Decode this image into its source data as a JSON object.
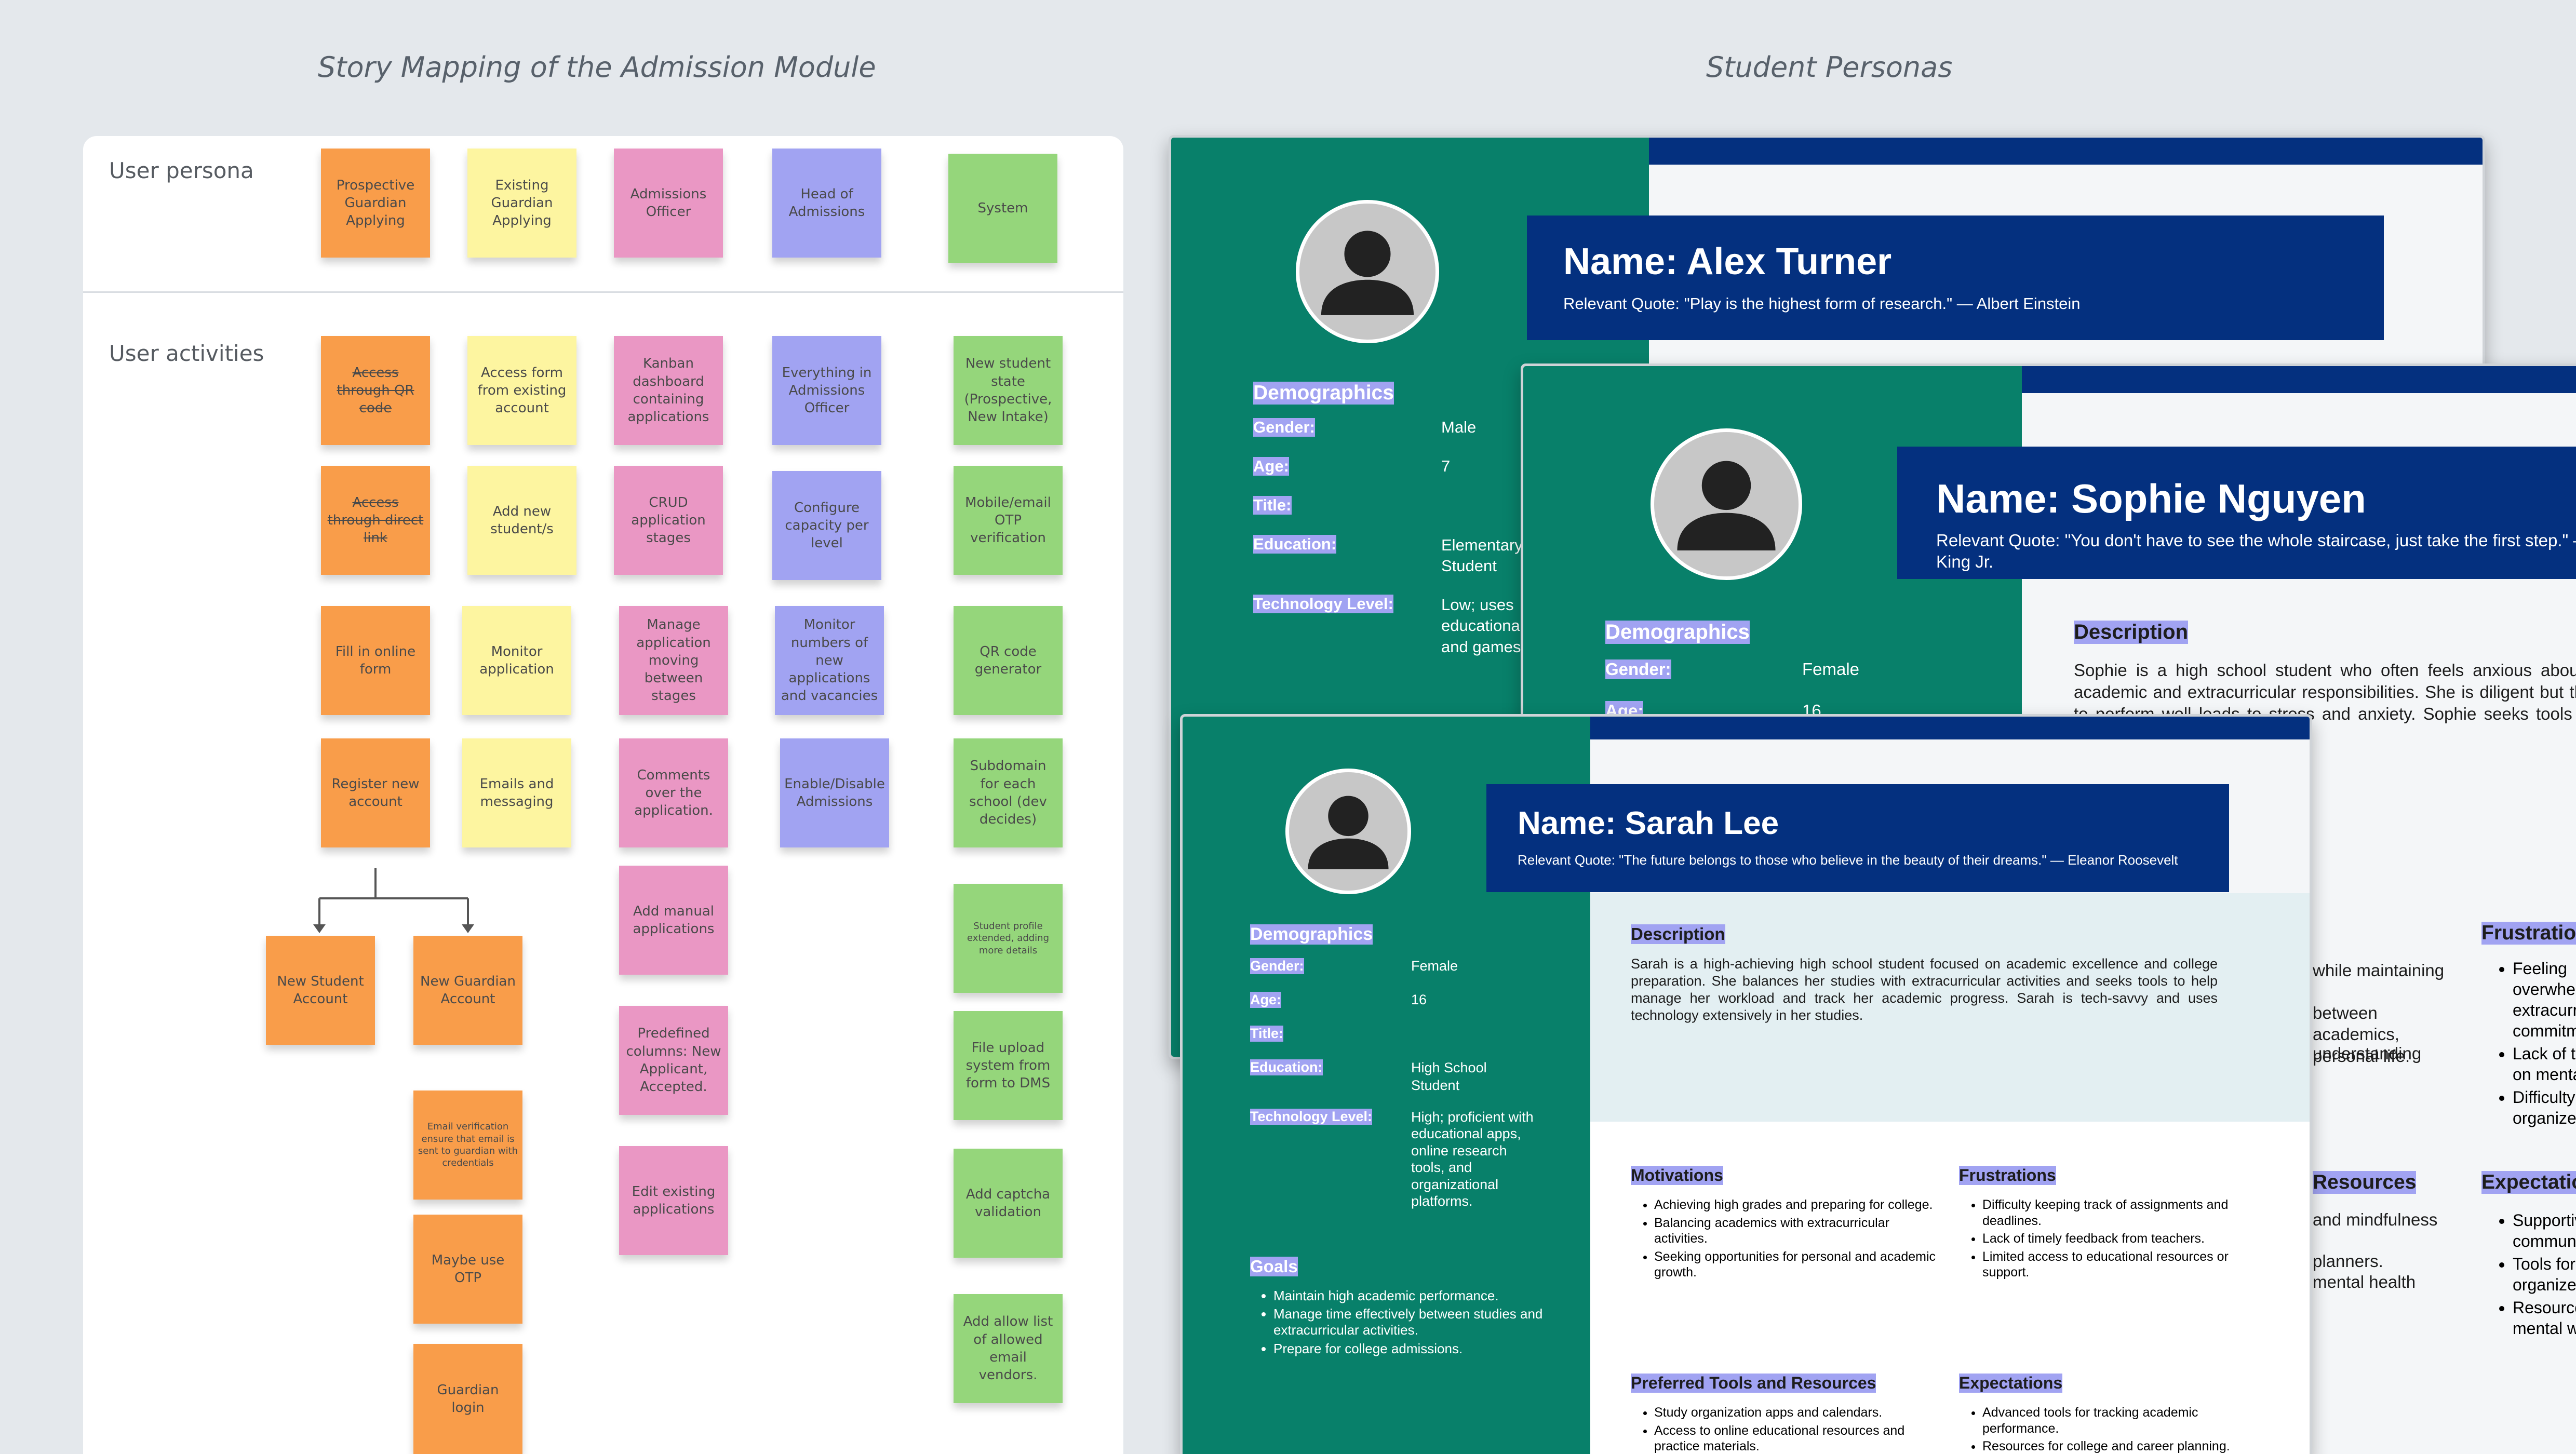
{
  "titles": {
    "left": "Story Mapping of the Admission Module",
    "right": "Student Personas"
  },
  "board": {
    "row_persona": "User persona",
    "row_activities": "User activities",
    "personas": [
      "Prospective Guardian Applying",
      "Existing Guardian Applying",
      "Admissions Officer",
      "Head of Admissions",
      "System"
    ],
    "col1": [
      "Access through QR code",
      "Access through direct link",
      "Fill in online form",
      "Register new account"
    ],
    "col1_children": [
      "New Student Account",
      "New Guardian Account"
    ],
    "col2": [
      "Access form from existing account",
      "Add new student/s",
      "Monitor application",
      "Emails and messaging"
    ],
    "col2_extra": [
      "Email verification ensure that email is sent to guardian with credentials",
      "Maybe use OTP",
      "Guardian login"
    ],
    "col3": [
      "Kanban dashboard containing applications",
      "CRUD application stages",
      "Manage application moving between stages",
      "Comments over the application.",
      "Add manual applications",
      "Predefined columns: New Applicant, Accepted.",
      "Edit existing applications"
    ],
    "col4": [
      "Everything in Admissions Officer",
      "Configure capacity per level",
      "Monitor numbers of new applications and vacancies",
      "Enable/Disable Admissions"
    ],
    "col5": [
      "New student state (Prospective, New Intake)",
      "Mobile/email OTP verification",
      "QR code generator",
      "Subdomain for each school (dev decides)",
      "Student profile extended, adding more details",
      "File upload system from form to DMS",
      "Add captcha validation",
      "Add allow list of allowed email vendors."
    ]
  },
  "card_alex": {
    "name": "Name: Alex Turner",
    "quote": "Relevant Quote: \"Play is the highest form of research.\" — Albert Einstein",
    "demographics": "Demographics",
    "gender_label": "Gender:",
    "gender": "Male",
    "age_label": "Age:",
    "age": "7",
    "title_label": "Title:",
    "education_label": "Education:",
    "education": "Elementary Student",
    "tech_label": "Technology Level:",
    "tech": "Low; uses educational and games"
  },
  "card_sophie": {
    "name": "Name: Sophie Nguyen",
    "quote": "Relevant Quote: \"You don't have to see the whole staircase, just take the first step.\" — Martin Luther King Jr.",
    "demographics": "Demographics",
    "gender_label": "Gender:",
    "gender": "Female",
    "age_label": "Age:",
    "age": "16",
    "description_title": "Description",
    "description": "Sophie is a high school student who often feels anxious about balancing academic and extracurricular responsibilities. She is diligent but the pressure to perform well leads to stress and anxiety. Sophie seeks tools to help her mental well-being.",
    "frustrations_title": "Frustrations",
    "frustrations": [
      "Feeling overwhelmed by extracurricular commitments.",
      "Lack of time to focus on mental health.",
      "Difficulty in staying organized."
    ],
    "motivations_partial": [
      "while maintaining",
      "between academics, personal life.",
      "understanding"
    ],
    "resources_title": "Resources",
    "resources_partial": [
      "and mindfulness",
      "planners.",
      "mental health"
    ],
    "expectations_title": "Expectations",
    "expectations": [
      "Supportive community.",
      "Tools for staying organized.",
      "Resources for mental well-being."
    ]
  },
  "card_sarah": {
    "name": "Name: Sarah Lee",
    "quote": "Relevant Quote: \"The future belongs to those who believe in the beauty of their dreams.\" — Eleanor Roosevelt",
    "demographics": "Demographics",
    "gender_label": "Gender:",
    "gender": "Female",
    "age_label": "Age:",
    "age": "16",
    "title_label": "Title:",
    "education_label": "Education:",
    "education": "High School Student",
    "tech_label": "Technology Level:",
    "tech": "High; proficient with educational apps, online research tools, and organizational platforms.",
    "goals_title": "Goals",
    "goals": [
      "Maintain high academic performance.",
      "Manage time effectively between studies and extracurricular activities.",
      "Prepare for college admissions."
    ],
    "description_title": "Description",
    "description": "Sarah is a high-achieving high school student focused on academic excellence and college preparation. She balances her studies with extracurricular activities and seeks tools to help manage her workload and track her academic progress. Sarah is tech-savvy and uses technology extensively in her studies.",
    "motivations_title": "Motivations",
    "motivations": [
      "Achieving high grades and preparing for college.",
      "Balancing academics with extracurricular activities.",
      "Seeking opportunities for personal and academic growth."
    ],
    "frustrations_title": "Frustrations",
    "frustrations": [
      "Difficulty keeping track of assignments and deadlines.",
      "Lack of timely feedback from teachers.",
      "Limited access to educational resources or support."
    ],
    "tools_title": "Preferred Tools and Resources",
    "tools": [
      "Study organization apps and calendars.",
      "Access to online educational resources and practice materials."
    ],
    "expectations_title": "Expectations",
    "expectations": [
      "Advanced tools for tracking academic performance.",
      "Resources for college and career planning."
    ]
  },
  "colors": {
    "background": "#e4e8ec",
    "green": "#08806a",
    "navy": "#04307f",
    "orange": "#f99d4a",
    "yellow": "#fdf5a0",
    "pink": "#ea97c4",
    "blue": "#a1a3f2",
    "lime": "#95d67b"
  }
}
